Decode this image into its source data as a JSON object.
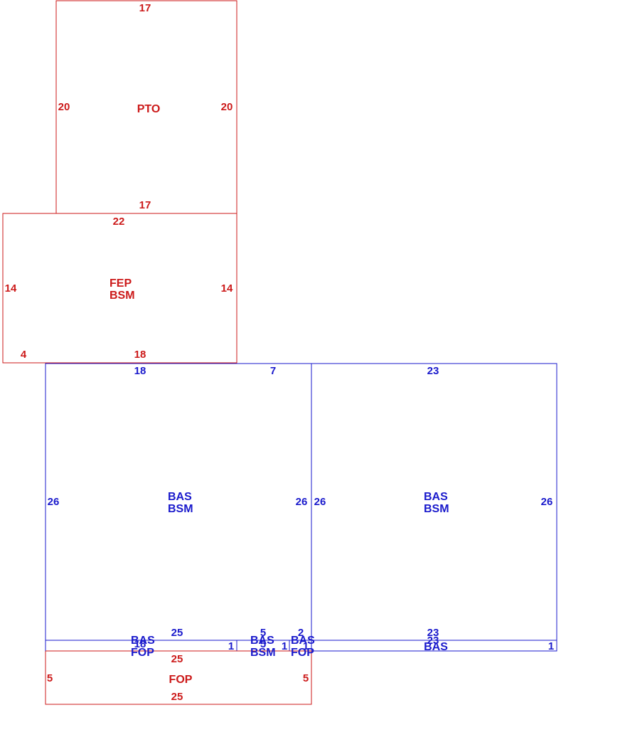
{
  "colors": {
    "red": "#cc1a1a",
    "blue": "#1a1acc"
  },
  "areas": [
    {
      "id": "pto",
      "lines": [
        "PTO"
      ],
      "top": "17",
      "bottom": "17",
      "left": "20",
      "right": "20"
    },
    {
      "id": "fep",
      "lines": [
        "FEP",
        "BSM"
      ],
      "top": "22",
      "bottom": "18",
      "bottom_left": "4",
      "left": "14",
      "right": "14"
    },
    {
      "id": "bas-left",
      "lines": [
        "BAS",
        "BSM"
      ],
      "top_a": "18",
      "top_b": "7",
      "left": "26",
      "right": "26",
      "bottom": "25"
    },
    {
      "id": "bas-right",
      "lines": [
        "BAS",
        "BSM"
      ],
      "top": "23",
      "left": "26",
      "right": "26",
      "bottom": "23"
    },
    {
      "id": "strip-left",
      "lines": [
        "BAS",
        "FOP"
      ],
      "top_overlap": "18",
      "right": "1"
    },
    {
      "id": "strip-mid",
      "lines": [
        "BAS",
        "BSM"
      ],
      "top": "5",
      "right": "1",
      "mid_overlap": "5"
    },
    {
      "id": "strip-small",
      "lines": [
        "BAS",
        "FOP"
      ],
      "top": "2",
      "right": "1"
    },
    {
      "id": "strip-right",
      "lines": [
        "BAS"
      ],
      "top": "23",
      "top_overlap": "23",
      "right": "1"
    },
    {
      "id": "fop",
      "lines": [
        "FOP"
      ],
      "top": "25",
      "bottom": "25",
      "left": "5",
      "right": "5"
    }
  ]
}
